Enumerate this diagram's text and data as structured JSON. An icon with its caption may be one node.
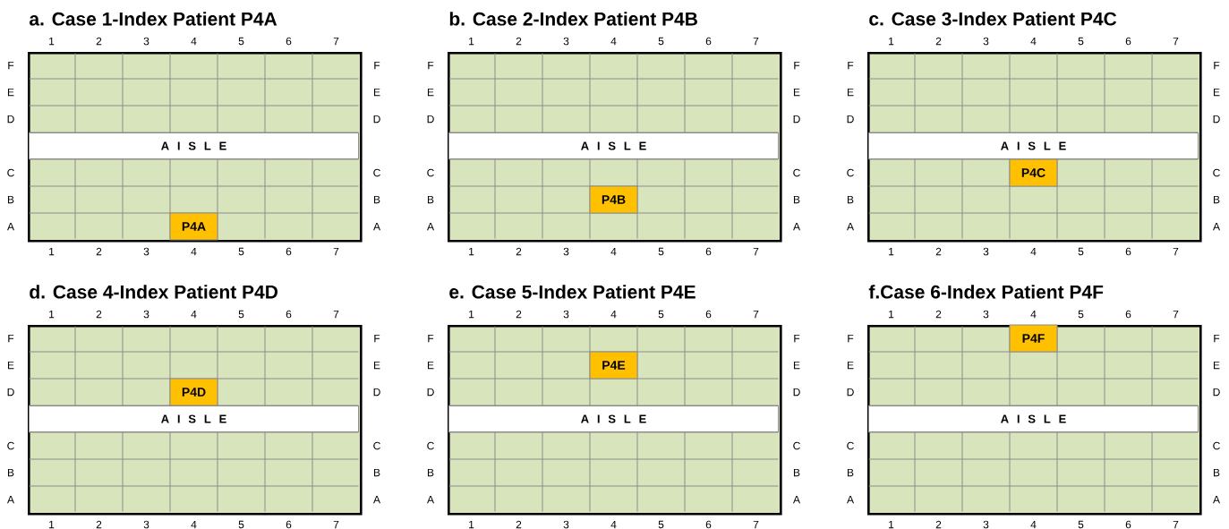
{
  "diagram": {
    "nodes": [
      {
        "text": [
          "a. Case 1-Index Patient P4A"
        ]
      },
      {
        "text": [
          "A I S L E"
        ],
        "in": 0
      },
      {
        "text": [
          "P4A"
        ],
        "in": 0
      },
      {
        "text": [
          "b. Case 2-Index Patient P4B"
        ]
      },
      {
        "text": [
          "A I S L E"
        ],
        "in": 3
      },
      {
        "text": [
          "P4B"
        ],
        "in": 3
      },
      {
        "text": [
          "c. Case 3-Index Patient P4C"
        ]
      },
      {
        "text": [
          "A I S L E"
        ],
        "in": 6
      },
      {
        "text": [
          "P4C"
        ],
        "in": 6
      },
      {
        "text": [
          "d. Case 4-Index Patient P4D"
        ]
      },
      {
        "text": [
          "A I S L E"
        ],
        "in": 9
      },
      {
        "text": [
          "P4D"
        ],
        "in": 9
      },
      {
        "text": [
          "e. Case 5-Index Patient P4E"
        ]
      },
      {
        "text": [
          "A I S L E"
        ],
        "in": 12
      },
      {
        "text": [
          "P4E"
        ],
        "in": 12
      },
      {
        "text": [
          "f.Case 6-Index Patient P4F"
        ]
      },
      {
        "text": [
          "A I S L E"
        ],
        "in": 15
      },
      {
        "text": [
          "P4F"
        ],
        "in": 15
      }
    ],
    "labels": [
      "1",
      "2",
      "3",
      "4",
      "5",
      "6",
      "7",
      "F",
      "F",
      "E",
      "E",
      "D",
      "D",
      "C",
      "C",
      "B",
      "B",
      "A",
      "A",
      "1",
      "2",
      "3",
      "4",
      "5",
      "6",
      "7",
      "1",
      "2",
      "3",
      "4",
      "5",
      "6",
      "7",
      "F",
      "F",
      "E",
      "E",
      "D",
      "D",
      "C",
      "C",
      "B",
      "B",
      "A",
      "A",
      "1",
      "2",
      "3",
      "4",
      "5",
      "6",
      "7",
      "1",
      "2",
      "3",
      "4",
      "5",
      "6",
      "7",
      "F",
      "F",
      "E",
      "E",
      "D",
      "D",
      "C",
      "C",
      "B",
      "B",
      "A",
      "A",
      "1",
      "2",
      "3",
      "4",
      "5",
      "6",
      "7",
      "1",
      "2",
      "3",
      "4",
      "5",
      "6",
      "7",
      "F",
      "F",
      "E",
      "E",
      "D",
      "D",
      "C",
      "C",
      "B",
      "B",
      "A",
      "A",
      "1",
      "2",
      "3",
      "4",
      "5",
      "6",
      "7",
      "1",
      "2",
      "3",
      "4",
      "5",
      "6",
      "7",
      "F",
      "F",
      "E",
      "E",
      "D",
      "D",
      "C",
      "C",
      "B",
      "B",
      "A",
      "A",
      "1",
      "2",
      "3",
      "4",
      "5",
      "6",
      "7",
      "1",
      "2",
      "3",
      "4",
      "5",
      "6",
      "7",
      "F",
      "F",
      "E",
      "E",
      "D",
      "D",
      "C",
      "C",
      "B",
      "B",
      "A",
      "A",
      "1",
      "2",
      "3",
      "4",
      "5",
      "6",
      "7"
    ]
  }
}
